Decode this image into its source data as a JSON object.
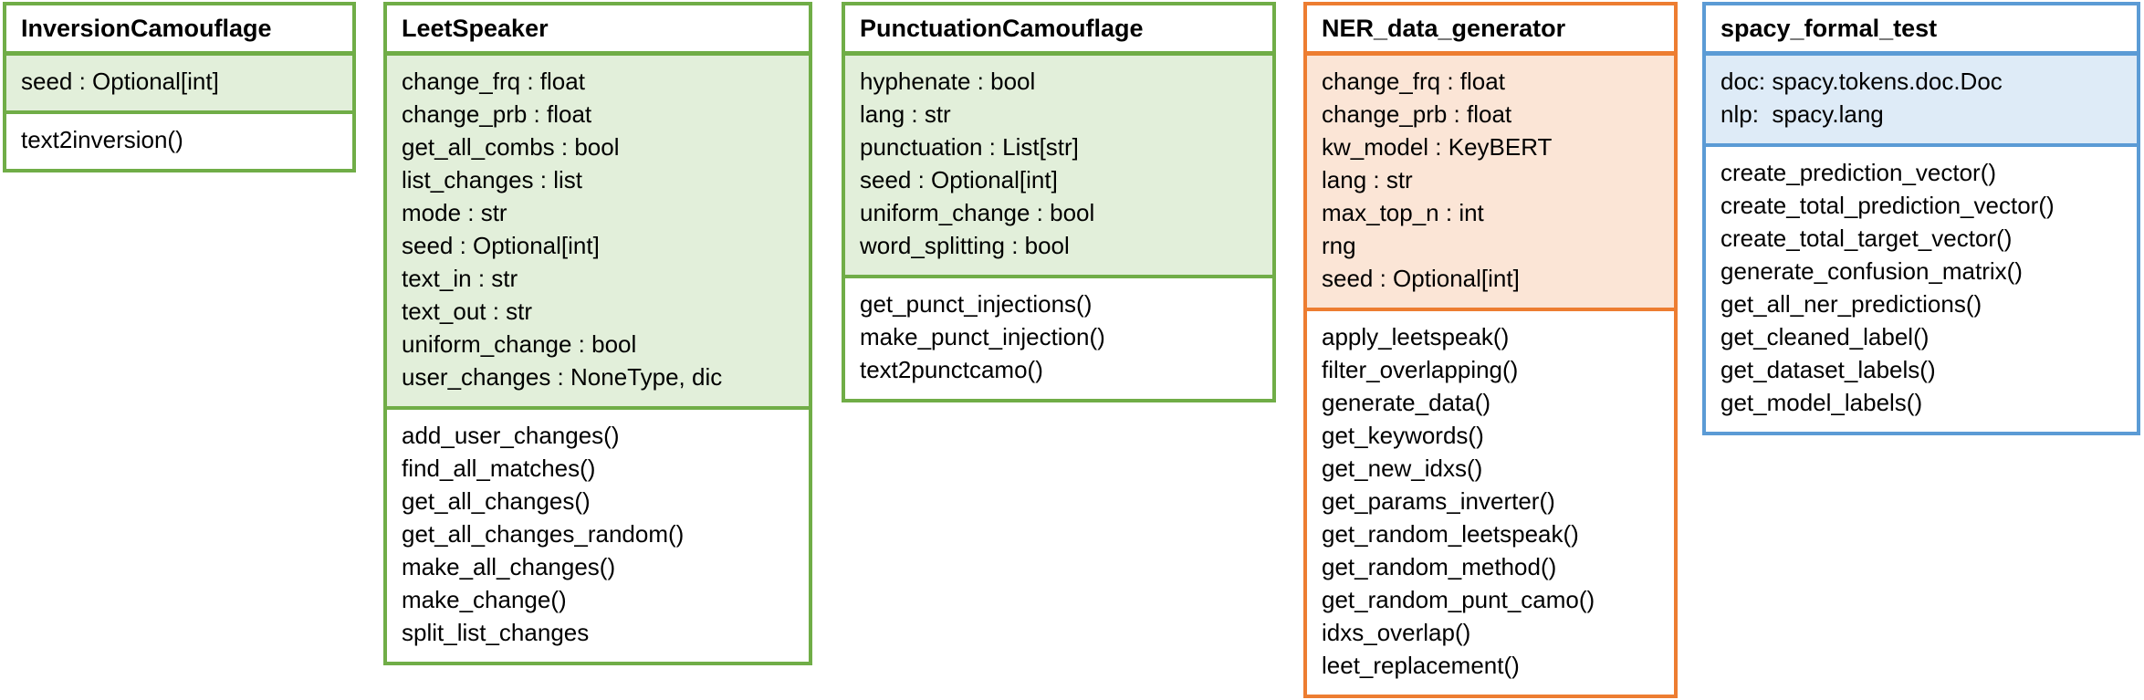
{
  "diagram": {
    "background_color": "#ffffff",
    "text_color": "#000000",
    "themes": {
      "green": {
        "border": "#70AD47",
        "attr_fill": "#E2EFDA"
      },
      "orange": {
        "border": "#ED7D31",
        "attr_fill": "#FBE5D6"
      },
      "blue": {
        "border": "#5B9BD5",
        "attr_fill": "#DEEBF7"
      }
    },
    "classes": [
      {
        "name": "InversionCamouflage",
        "theme": "green",
        "attributes": [
          "seed : Optional[int]"
        ],
        "methods": [
          "text2inversion()"
        ]
      },
      {
        "name": "LeetSpeaker",
        "theme": "green",
        "attributes": [
          "change_frq : float",
          "change_prb : float",
          "get_all_combs : bool",
          "list_changes : list",
          "mode : str",
          "seed : Optional[int]",
          "text_in : str",
          "text_out : str",
          "uniform_change : bool",
          "user_changes : NoneType, dic"
        ],
        "methods": [
          "add_user_changes()",
          "find_all_matches()",
          "get_all_changes()",
          "get_all_changes_random()",
          "make_all_changes()",
          "make_change()",
          "split_list_changes"
        ]
      },
      {
        "name": "PunctuationCamouflage",
        "theme": "green",
        "attributes": [
          "hyphenate : bool",
          "lang : str",
          "punctuation : List[str]",
          "seed : Optional[int]",
          "uniform_change : bool",
          "word_splitting : bool"
        ],
        "methods": [
          "get_punct_injections()",
          "make_punct_injection()",
          "text2punctcamo()"
        ]
      },
      {
        "name": "NER_data_generator",
        "theme": "orange",
        "attributes": [
          "change_frq : float",
          "change_prb : float",
          "kw_model : KeyBERT",
          "lang : str",
          "max_top_n : int",
          "rng",
          "seed : Optional[int]"
        ],
        "methods": [
          "apply_leetspeak()",
          "filter_overlapping()",
          "generate_data()",
          "get_keywords()",
          "get_new_idxs()",
          "get_params_inverter()",
          "get_random_leetspeak()",
          "get_random_method()",
          "get_random_punt_camo()",
          "idxs_overlap()",
          "leet_replacement()"
        ]
      },
      {
        "name": "spacy_formal_test",
        "theme": "blue",
        "attributes": [
          "doc: spacy.tokens.doc.Doc",
          "nlp:  spacy.lang"
        ],
        "methods": [
          "create_prediction_vector()",
          "create_total_prediction_vector()",
          "create_total_target_vector()",
          "generate_confusion_matrix()",
          "get_all_ner_predictions()",
          "get_cleaned_label()",
          "get_dataset_labels()",
          "get_model_labels()"
        ]
      }
    ]
  }
}
